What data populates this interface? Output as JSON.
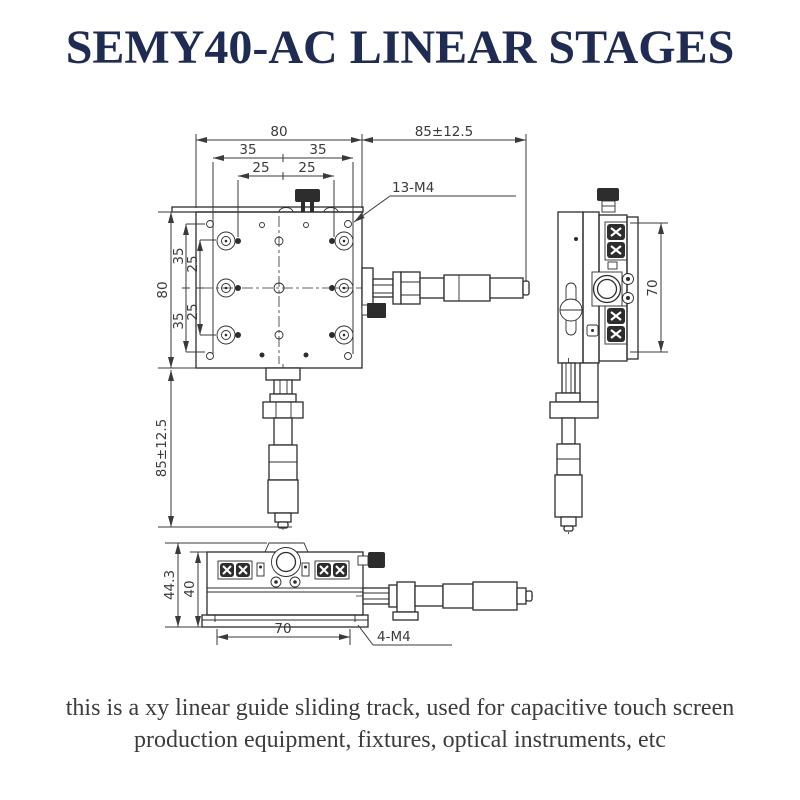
{
  "title": "SEMY40-AC LINEAR STAGES",
  "description": {
    "line1": "this is a xy linear guide sliding track, used for capacitive touch screen",
    "line2": "production equipment, fixtures, optical instruments, etc"
  },
  "colors": {
    "title": "#1f2b52",
    "line": "#2d2d2d",
    "dim": "#3a3a3a",
    "text": "#3c3c3c",
    "background": "#ffffff"
  },
  "views": {
    "front": {
      "dims": {
        "plate_width": "80",
        "plate_height": "80",
        "span_left_35": "35",
        "span_right_35": "35",
        "span_left_25": "25",
        "span_right_25": "25",
        "vspan_top_35": "35",
        "vspan_bottom_35": "35",
        "vspan_top_25": "25",
        "vspan_bottom_25": "25",
        "travel_x": "85±12.5",
        "travel_y": "85±12.5",
        "thread_callout": "13-M4"
      }
    },
    "side": {
      "dims": {
        "height": "70"
      }
    },
    "bottom": {
      "dims": {
        "overall_height": "44.3",
        "body_height": "40",
        "mount_width": "70",
        "thread_callout": "4-M4"
      }
    }
  }
}
